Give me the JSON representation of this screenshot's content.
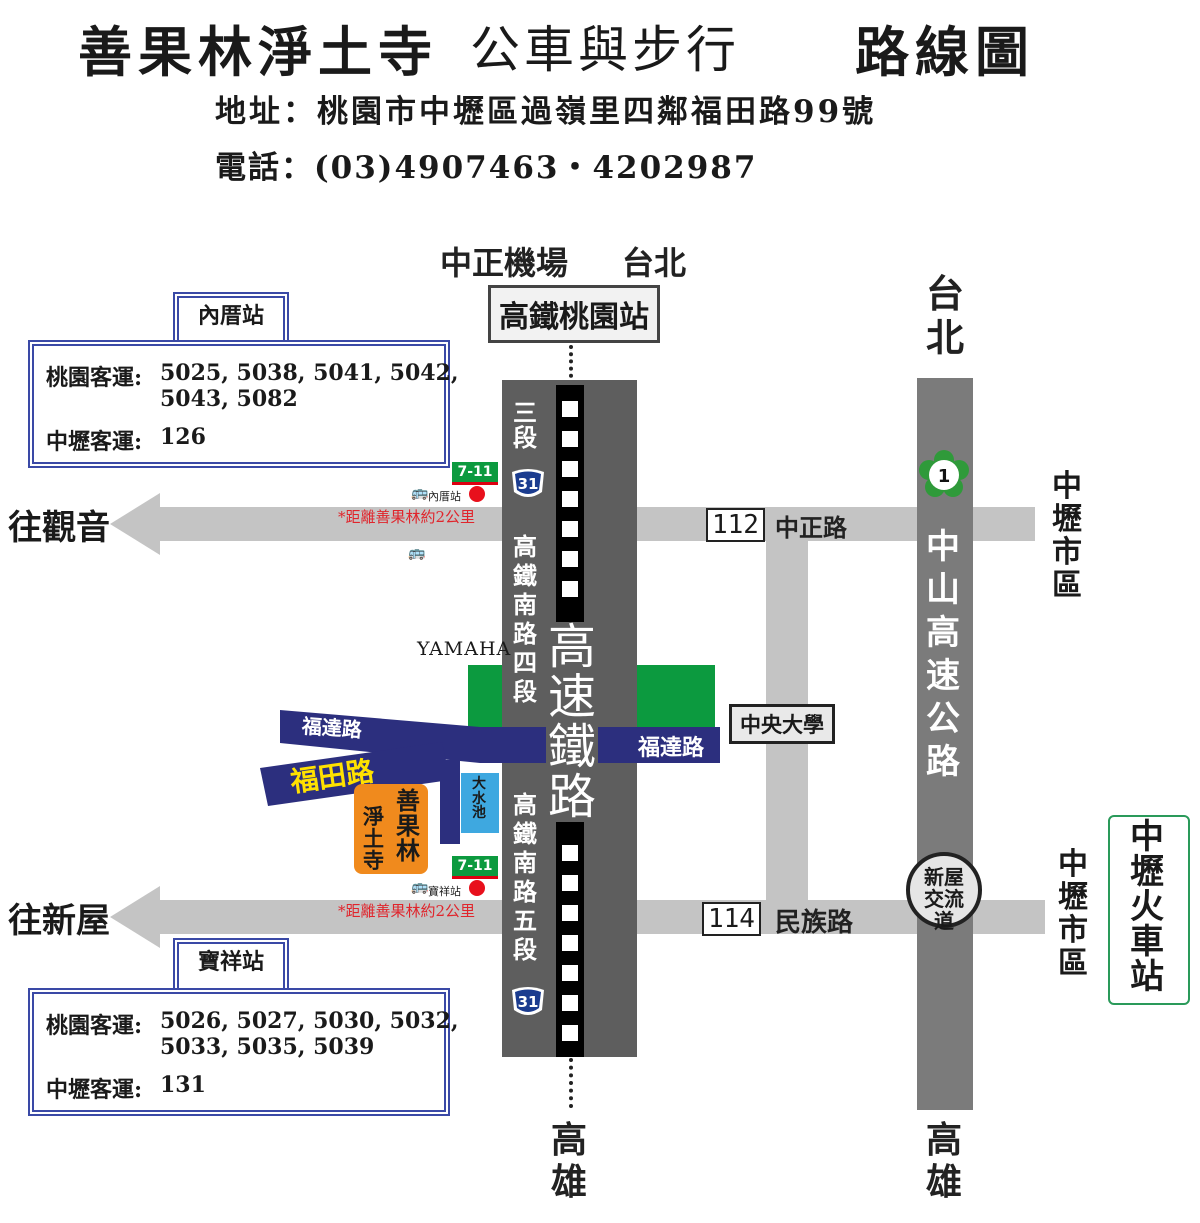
{
  "header": {
    "title_main": "善果林淨土寺",
    "title_sub": "公車與步行",
    "title_end": "路線圖",
    "address": "地址：桃園市中壢區過嶺里四鄰福田路99號",
    "phone": "電話：(03)4907463・4202987"
  },
  "map": {
    "top_dest_airport": "中正機場",
    "top_dest_taipei": "台北",
    "hsr_station": "高鐵桃園站",
    "right_top_taipei": "台北",
    "hsr_rail_label": "高速鐵路",
    "hsr_road_north_a": "三段",
    "hsr_road_north": "高鐵南路四段",
    "hsr_road_south": "高鐵南路五段",
    "route31": "31",
    "highway1": "1",
    "zhongshan_highway": "中山高速公路",
    "route112": "112",
    "zhongzheng_rd": "中正路",
    "route114": "114",
    "minzu_rd": "民族路",
    "to_guanyin": "往觀音",
    "to_xinwu": "往新屋",
    "zhongli_a": "中壢市區",
    "zhongli_b": "中壢市區",
    "zhongli_station": "中壢火車站",
    "xinwu_interchange": "新屋交流道",
    "ncu": "中央大學",
    "yamaha": "YAMAHA",
    "fuda_rd_left": "福達路",
    "fuda_rd_right": "福達路",
    "futian_rd": "福田路",
    "temple_a": "善果林",
    "temple_b": "淨土寺",
    "reservoir": "大水池",
    "seven_eleven_1": "7-11",
    "seven_eleven_2": "7-11",
    "bus_stop_neili_small": "內厝站",
    "bus_stop_baoxiang_small": "寶祥站",
    "dist_note_1": "*距離善果林約2公里",
    "dist_note_2": "*距離善果林約2公里",
    "bottom_kaohsiung_left": "高雄",
    "bottom_kaohsiung_right": "高雄"
  },
  "bus_panels": {
    "neili": {
      "tab": "內厝站",
      "taoyuan_label": "桃園客運:",
      "taoyuan_routes_1": "5025, 5038, 5041, 5042,",
      "taoyuan_routes_2": "5043, 5082",
      "zhongli_label": "中壢客運:",
      "zhongli_routes": "126"
    },
    "baoxiang": {
      "tab": "寶祥站",
      "taoyuan_label": "桃園客運:",
      "taoyuan_routes_1": "5026, 5027, 5030, 5032,",
      "taoyuan_routes_2": "5033, 5035, 5039",
      "zhongli_label": "中壢客運:",
      "zhongli_routes": "131"
    }
  },
  "colors": {
    "road_grey": "#c4c4c4",
    "road_dark": "#5e5e5e",
    "fuda_blue": "#2c2f7e",
    "green_block": "#0c9a3f",
    "temple_orange": "#f08a1d",
    "reservoir_blue": "#3ea8e0",
    "futian_yellow": "#ffe100",
    "bus_panel_border": "#3a49a6"
  },
  "icons": {
    "bus_stop": "bus-icon",
    "highway_1": "plum-flower-shield-icon",
    "route_31": "shield-icon"
  }
}
